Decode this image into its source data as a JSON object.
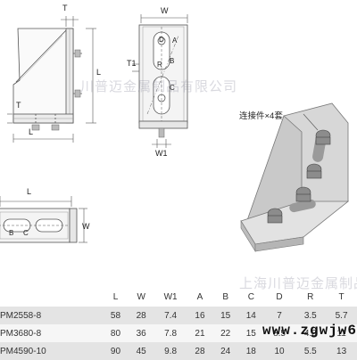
{
  "drawing": {
    "dim_labels": {
      "front_T": "T",
      "front_L_right": "L",
      "front_T_inner": "T",
      "front_L_bottom": "L",
      "side_W": "W",
      "side_T1": "T1",
      "side_W1": "W1",
      "hole_D": "D",
      "hole_A": "A",
      "hole_B": "B",
      "hole_R": "R",
      "hole_C": "C",
      "top_L": "L",
      "top_W": "W",
      "top_B": "B",
      "top_C": "C"
    },
    "callout": "连接件×4套"
  },
  "watermarks": {
    "top": "川普迈金属制品有限公司",
    "bottom": "上海川普迈金属制品有限公",
    "url": "www.zgwjw6"
  },
  "table": {
    "headers": [
      "",
      "L",
      "W",
      "W1",
      "A",
      "B",
      "C",
      "D",
      "R",
      "T"
    ],
    "rows": [
      [
        "PM2558-8",
        "58",
        "28",
        "7.4",
        "16",
        "15",
        "14",
        "7",
        "3.5",
        "5.7"
      ],
      [
        "PM3680-8",
        "80",
        "36",
        "7.8",
        "21",
        "22",
        "15",
        "8.5",
        "4.3",
        "11"
      ],
      [
        "PM4590-10",
        "90",
        "45",
        "9.8",
        "28",
        "24",
        "18",
        "10",
        "5.5",
        "13"
      ]
    ]
  }
}
